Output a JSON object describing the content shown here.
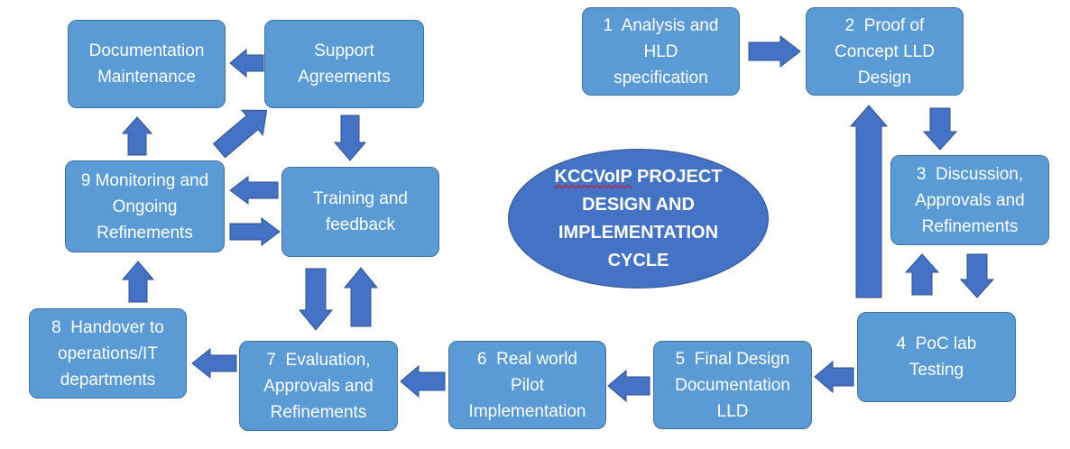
{
  "colors": {
    "box_fill": "#5B9BD5",
    "box_border": "#41719C",
    "arrow_fill": "#4472C4",
    "arrow_border": "#2F528F",
    "center_fill": "#4472C4",
    "text": "#FFFFFF",
    "spellcheck_underline": "#FF0000"
  },
  "center": {
    "line1_word": "KCCVoIP",
    "line1_rest": " PROJECT",
    "line2": "DESIGN AND",
    "line3": "IMPLEMENTATION",
    "line4": "CYCLE"
  },
  "boxes": {
    "documentation_maintenance": {
      "lines": [
        "Documentation",
        "Maintenance"
      ]
    },
    "support_agreements": {
      "lines": [
        "Support",
        "Agreements"
      ]
    },
    "monitoring": {
      "lines": [
        "9 Monitoring and",
        "Ongoing",
        "Refinements"
      ]
    },
    "training_feedback": {
      "lines": [
        "Training and",
        "feedback"
      ]
    },
    "handover": {
      "lines": [
        "8  Handover to",
        "operations/IT",
        "departments"
      ]
    },
    "evaluation": {
      "lines": [
        "7  Evaluation,",
        "Approvals and",
        "Refinements"
      ]
    },
    "pilot": {
      "lines": [
        "6  Real world",
        "Pilot",
        "Implementation"
      ]
    },
    "final_design": {
      "lines": [
        "5  Final Design",
        "Documentation",
        "LLD"
      ]
    },
    "poc_testing": {
      "lines": [
        "4  PoC lab",
        "Testing"
      ]
    },
    "discussion": {
      "lines": [
        "3  Discussion,",
        "Approvals and",
        "Refinements"
      ]
    },
    "proof_of_concept": {
      "lines": [
        "2  Proof of",
        "Concept LLD",
        "Design"
      ]
    },
    "analysis": {
      "lines": [
        "1  Analysis and",
        "HLD",
        "specification"
      ]
    }
  }
}
